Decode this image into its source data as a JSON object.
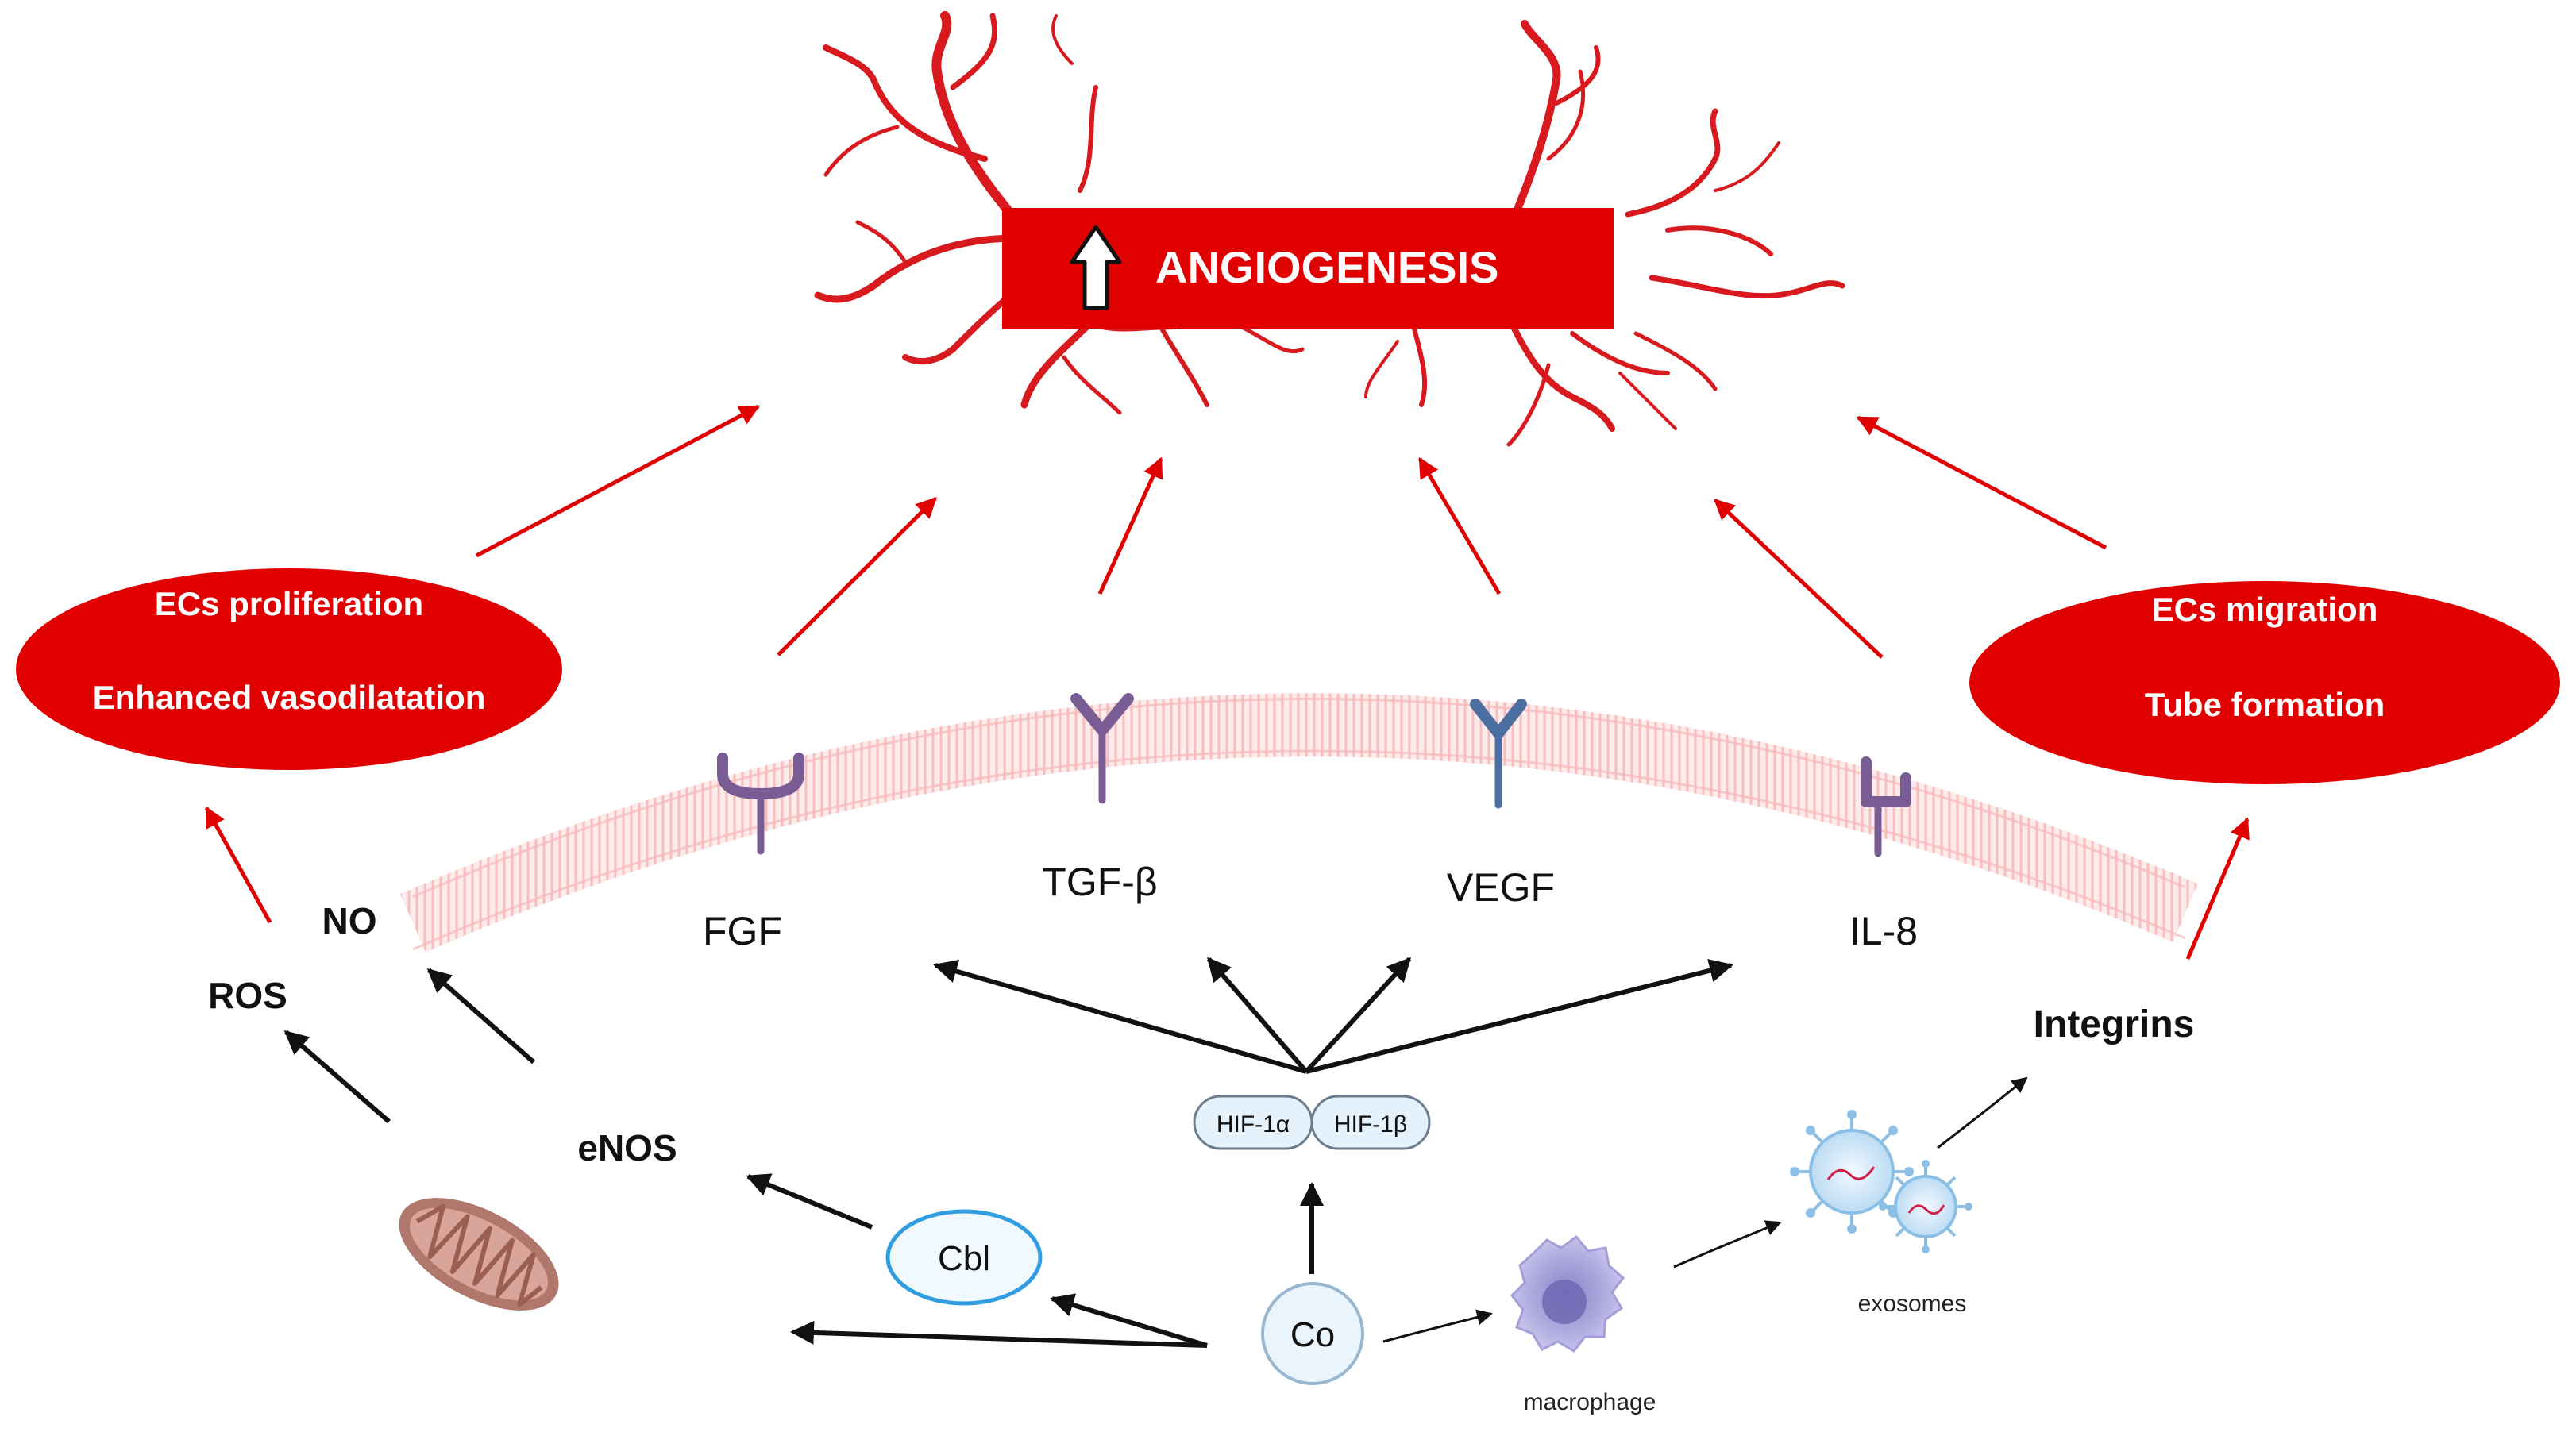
{
  "title": "ANGIOGENESIS",
  "left_oval": {
    "line1": "ECs proliferation",
    "line2": "Enhanced vasodilatation"
  },
  "right_oval": {
    "line1": "ECs migration",
    "line2": "Tube formation"
  },
  "receptors": {
    "fgf": "FGF",
    "tgf": "TGF-β",
    "vegf": "VEGF",
    "il8": "IL-8"
  },
  "left_labels": {
    "no": "NO",
    "ros": "ROS",
    "enos": "eNOS"
  },
  "hif": {
    "a": "HIF-1α",
    "b": "HIF-1β"
  },
  "nodes": {
    "cbl": "Cbl",
    "co": "Co",
    "macrophage": "macrophage",
    "exosomes": "exosomes",
    "integrins": "Integrins"
  },
  "colors": {
    "red": "#e00000",
    "dark_red": "#c40000",
    "vessel": "#d8191e",
    "membrane": "#f6a6a6",
    "receptor_purple": "#7a5c95",
    "receptor_blue": "#4a6fa0",
    "black": "#111111"
  },
  "icons": {
    "up_arrow": "up-arrow-icon",
    "mitochondrion": "mitochondrion-icon",
    "macrophage": "macrophage-icon",
    "exosome": "exosome-icon"
  }
}
